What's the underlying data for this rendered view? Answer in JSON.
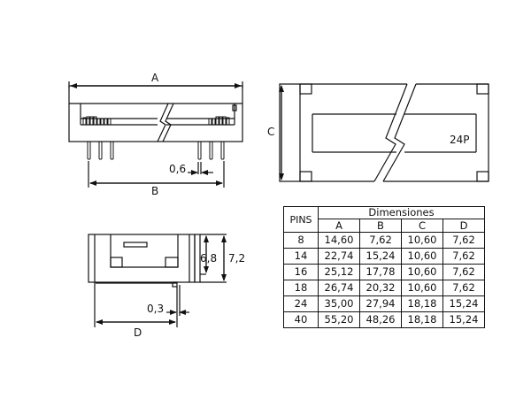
{
  "top_view": {
    "label_A": "A",
    "label_B": "B",
    "pin_width": "0,6"
  },
  "end_view": {
    "label_C": "C",
    "marking": "24P"
  },
  "side_view": {
    "height_inner": "6,8",
    "height_outer": "7,2",
    "pin_thickness": "0,3",
    "label_D": "D"
  },
  "table": {
    "pins_header": "PINS",
    "group_header": "Dimensiones",
    "columns": [
      "A",
      "B",
      "C",
      "D"
    ],
    "rows": [
      {
        "pins": "8",
        "A": "14,60",
        "B": "7,62",
        "C": "10,60",
        "D": "7,62"
      },
      {
        "pins": "14",
        "A": "22,74",
        "B": "15,24",
        "C": "10,60",
        "D": "7,62"
      },
      {
        "pins": "16",
        "A": "25,12",
        "B": "17,78",
        "C": "10,60",
        "D": "7,62"
      },
      {
        "pins": "18",
        "A": "26,74",
        "B": "20,32",
        "C": "10,60",
        "D": "7,62"
      },
      {
        "pins": "24",
        "A": "35,00",
        "B": "27,94",
        "C": "18,18",
        "D": "15,24"
      },
      {
        "pins": "40",
        "A": "55,20",
        "B": "48,26",
        "C": "18,18",
        "D": "15,24"
      }
    ]
  }
}
